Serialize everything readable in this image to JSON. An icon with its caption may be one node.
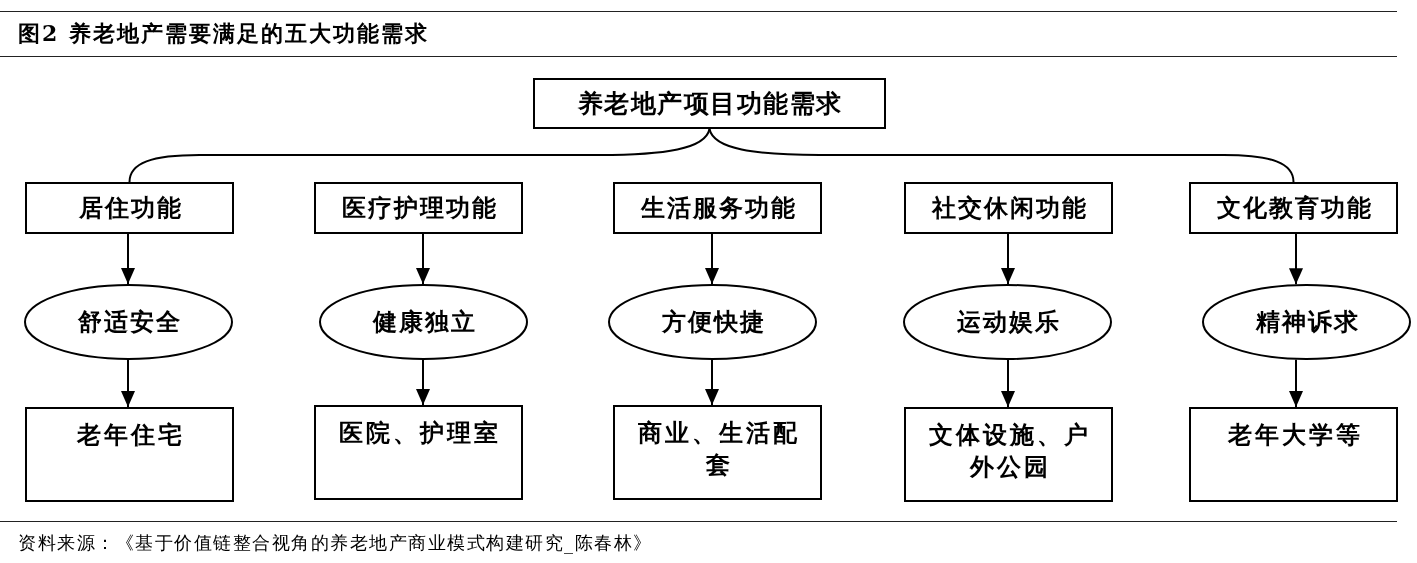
{
  "diagram": {
    "title": "图2 养老地产需要满足的五大功能需求",
    "caption": "资料来源：《基于价值链整合视角的养老地产商业模式构建研究_陈春林》",
    "nodes": [
      {
        "text": [
          "养老地产项目功能需求"
        ]
      },
      {
        "text": [
          "居住功能"
        ]
      },
      {
        "text": [
          "医疗护理功能"
        ]
      },
      {
        "text": [
          "生活服务功能"
        ]
      },
      {
        "text": [
          "社交休闲功能"
        ]
      },
      {
        "text": [
          "文化教育功能"
        ]
      },
      {
        "text": [
          "舒适安全"
        ]
      },
      {
        "text": [
          "健康独立"
        ]
      },
      {
        "text": [
          "方便快捷"
        ]
      },
      {
        "text": [
          "运动娱乐"
        ]
      },
      {
        "text": [
          "精神诉求"
        ]
      },
      {
        "text": [
          "老年住宅"
        ]
      },
      {
        "text": [
          "医院、护理室"
        ]
      },
      {
        "text": [
          "商业、生活配套"
        ]
      },
      {
        "text": [
          "文体设施、户外公园"
        ]
      },
      {
        "text": [
          "老年大学等"
        ]
      }
    ],
    "edges": [
      {
        "from": 0,
        "to": 1,
        "arrow": "none"
      },
      {
        "from": 0,
        "to": 5,
        "arrow": "none"
      },
      {
        "from": 1,
        "to": 6,
        "arrow": "to"
      },
      {
        "from": 2,
        "to": 7,
        "arrow": "to"
      },
      {
        "from": 3,
        "to": 8,
        "arrow": "to"
      },
      {
        "from": 4,
        "to": 9,
        "arrow": "to"
      },
      {
        "from": 5,
        "to": 10,
        "arrow": "to"
      },
      {
        "from": 6,
        "to": 11,
        "arrow": "to"
      },
      {
        "from": 7,
        "to": 12,
        "arrow": "to"
      },
      {
        "from": 8,
        "to": 13,
        "arrow": "to"
      },
      {
        "from": 9,
        "to": 14,
        "arrow": "to"
      },
      {
        "from": 10,
        "to": 15,
        "arrow": "to"
      }
    ]
  }
}
